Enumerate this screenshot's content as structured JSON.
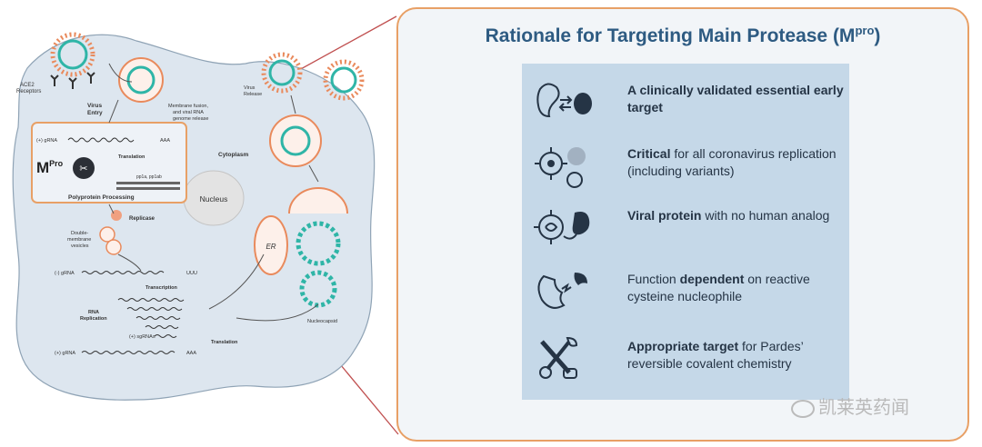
{
  "panel": {
    "title_main": "Rationale for Targeting Main Protease (M",
    "title_sup": "pro",
    "title_end": ")",
    "rows": [
      {
        "bold1": "A clinically validated essential early target",
        "rest": "",
        "bold2": "",
        "rest2": "",
        "icon": "organ-pill-icon"
      },
      {
        "bold1": "Critical",
        "rest": " for all coronavirus replication (including variants)",
        "bold2": "",
        "rest2": "",
        "icon": "virus-cluster-icon"
      },
      {
        "bold1": "Viral protein",
        "rest": " with no human analog",
        "bold2": "",
        "rest2": "",
        "icon": "viral-protein-icon"
      },
      {
        "bold1": "",
        "rest": "Function ",
        "bold2": "dependent",
        "rest2": " on reactive cysteine nucleophile",
        "icon": "protein-cleavage-icon"
      },
      {
        "bold1": "Appropriate target",
        "rest": " for Pardes’ reversible covalent chemistry",
        "bold2": "",
        "rest2": "",
        "icon": "tools-icon"
      }
    ]
  },
  "diagram": {
    "ace2": "ACE2\nReceptors",
    "virus_entry": "Virus\nEntry",
    "membrane_fusion": "Membrane fusion,\nand viral RNA\ngenome release",
    "virus_release": "Virus\nRelease",
    "gRNA_plus": "(+) gRNA",
    "aaa": "AAA",
    "translation": "Translation",
    "pp": "pp1a, pp1ab",
    "mpro_main": "M",
    "mpro_sup": "Pro",
    "polyprotein": "Polyprotein Processing",
    "cytoplasm": "Cytoplasm",
    "nucleus": "Nucleus",
    "replicase": "Replicase",
    "dmv": "Double-\nmembrane\nvesicles",
    "gRNA_minus": "(-) gRNA",
    "uuu": "UUU",
    "transcription": "Transcription",
    "rna_replication": "RNA\nReplication",
    "sgRNAs": "(+) sgRNAs",
    "translation2": "Translation",
    "gRNA_plus2": "(+) gRNA",
    "er": "ER",
    "nucleocapsid": "Nucleocapsid"
  },
  "watermark": "凯莱英药闻",
  "colors": {
    "title": "#2e5b82",
    "panel_border": "#e8a066",
    "box": "#c5d8e8",
    "virus_teal": "#2fb5a7",
    "virus_orange": "#e98a5c",
    "link_line": "#b84a4a"
  }
}
